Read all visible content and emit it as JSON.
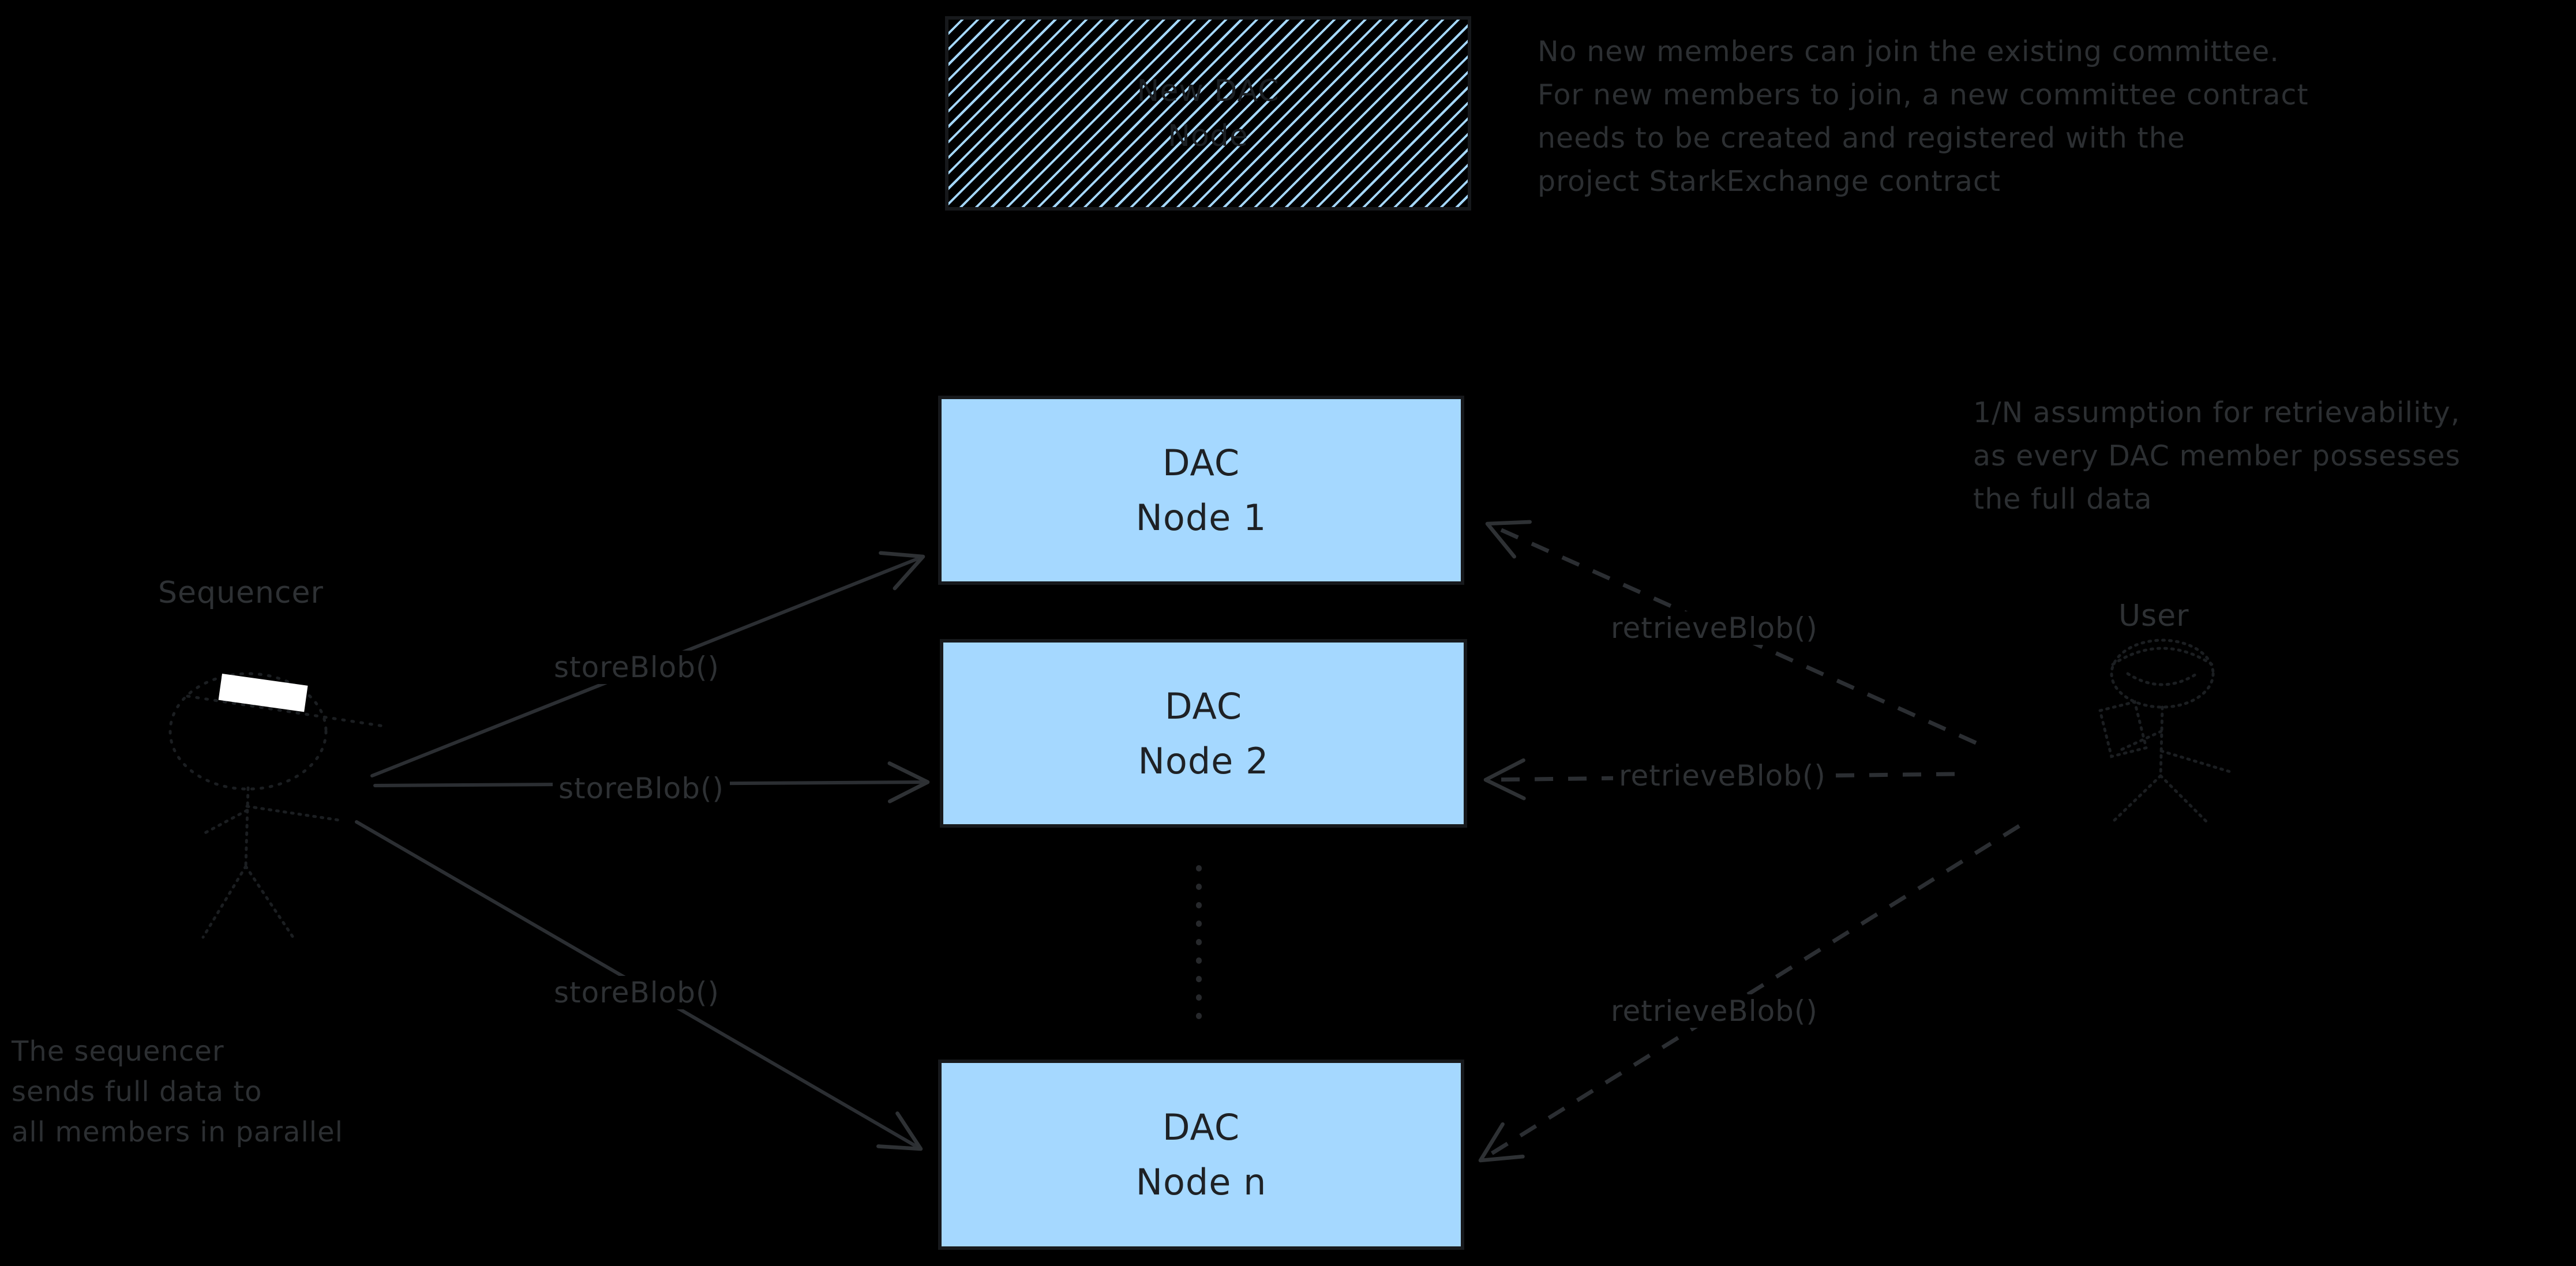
{
  "colors": {
    "background": "#000000",
    "node_fill": "#a5d8ff",
    "node_border": "#17191c",
    "node_text": "#1e2125",
    "sketch_stroke": "#2e3134",
    "faint_figure_stroke": "#1b1e21",
    "visor_fill": "#ffffff"
  },
  "nodes": {
    "new_dac": {
      "line1": "New DAC",
      "line2": "Node"
    },
    "node1": {
      "line1": "DAC",
      "line2": "Node 1"
    },
    "node2": {
      "line1": "DAC",
      "line2": "Node 2"
    },
    "noden": {
      "line1": "DAC",
      "line2": "Node n"
    }
  },
  "actors": {
    "sequencer_label": "Sequencer",
    "user_label": "User"
  },
  "edge_labels": {
    "store": "storeBlob()",
    "retrieve": "retrieveBlob()"
  },
  "notes": {
    "committee": [
      "No new members can join the existing committee.",
      "For new members to join, a new committee contract",
      "needs to be created and registered with the",
      "project StarkExchange contract"
    ],
    "retrievability": [
      "1/N assumption for retrievability,",
      "as every DAC member possesses",
      "the full data"
    ],
    "sequencer": [
      "The sequencer",
      "sends full data to",
      "all members in parallel"
    ]
  }
}
